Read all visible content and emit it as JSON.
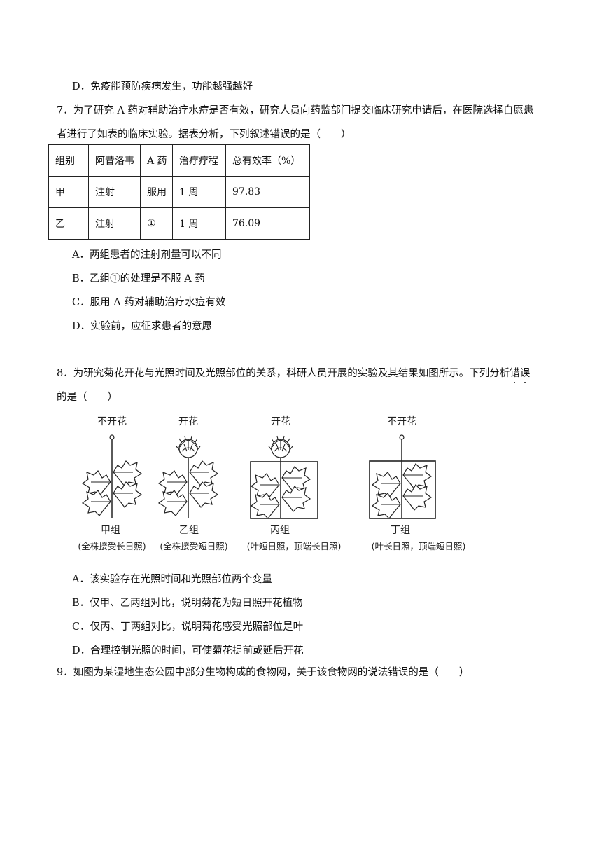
{
  "q6": {
    "optD": "D．免疫能预防疾病发生，功能越强越好"
  },
  "q7": {
    "stem_line1": "7．为了研究 A 药对辅助治疗水痘是否有效，研究人员向药监部门提交临床研究申请后，在医院选择自愿患",
    "stem_line2": "者进行了如表的临床实验。据表分析，下列叙述错误的是（　　）",
    "table": {
      "headers": [
        "组别",
        "阿昔洛韦",
        "A 药",
        "治疗疗程",
        "总有效率（%）"
      ],
      "rows": [
        [
          "甲",
          "注射",
          "服用",
          "1 周",
          "97.83"
        ],
        [
          "乙",
          "注射",
          "①",
          "1 周",
          "76.09"
        ]
      ]
    },
    "options": [
      "A．两组患者的注射剂量可以不同",
      "B．乙组①的处理是不服 A 药",
      "C．服用 A 药对辅助治疗水痘有效",
      "D．实验前，应征求患者的意愿"
    ]
  },
  "q8": {
    "stem_line1_pre": "8．为研究菊花开花与光照时间及光照部位的关系，科研人员开展的实验及其结果如图所示。下列分析",
    "stem_line1_emph1": "错",
    "stem_line1_emph2": "误",
    "stem_line2": "的是（　　）",
    "figure": {
      "groups": [
        {
          "result": "不开花",
          "name": "甲组",
          "condition": "(全株接受长日照)"
        },
        {
          "result": "开花",
          "name": "乙组",
          "condition": "(全株接受短日照)"
        },
        {
          "result": "开花",
          "name": "丙组",
          "condition": "(叶短日照，顶端长日照)"
        },
        {
          "result": "不开花",
          "name": "丁组",
          "condition": "(叶长日照，顶端短日照)"
        }
      ]
    },
    "options": [
      "A．该实验存在光照时间和光照部位两个变量",
      "B．仅甲、乙两组对比，说明菊花为短日照开花植物",
      "C．仅丙、丁两组对比，说明菊花感受光照部位是叶",
      "D．合理控制光照的时间，可使菊花提前或延后开花"
    ]
  },
  "q9": {
    "stem": "9．如图为某湿地生态公园中部分生物构成的食物网，关于该食物网的说法错误的是（　　）"
  }
}
